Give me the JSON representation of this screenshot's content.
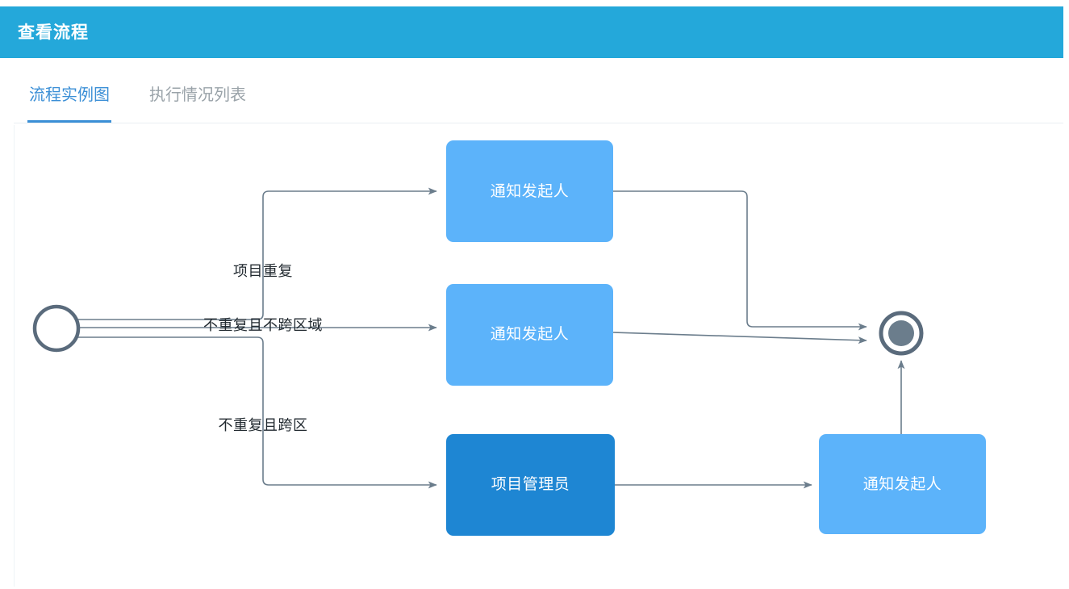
{
  "header": {
    "title": "查看流程",
    "bg_color": "#24a8da",
    "text_color": "#ffffff"
  },
  "tabs": [
    {
      "id": "flow-diagram",
      "label": "流程实例图",
      "active": true,
      "color": "#3b8fd6"
    },
    {
      "id": "execution-list",
      "label": "执行情况列表",
      "active": false,
      "color": "#9aa3a9"
    }
  ],
  "diagram": {
    "type": "flowchart",
    "colors": {
      "node_light": "#5cb3fa",
      "node_active": "#1e86d3",
      "edge": "#6b7d8c",
      "terminal_stroke": "#5a6b7c",
      "terminal_fill": "#6b7d8c",
      "label_text": "#222a30",
      "node_text": "#ffffff"
    },
    "nodes": [
      {
        "id": "start",
        "type": "start-event",
        "label": "",
        "shape": "circle"
      },
      {
        "id": "task-notify-1",
        "type": "task",
        "label": "通知发起人",
        "state": "normal"
      },
      {
        "id": "task-notify-2",
        "type": "task",
        "label": "通知发起人",
        "state": "normal"
      },
      {
        "id": "task-manager",
        "type": "task",
        "label": "项目管理员",
        "state": "active"
      },
      {
        "id": "task-notify-3",
        "type": "task",
        "label": "通知发起人",
        "state": "normal"
      },
      {
        "id": "end",
        "type": "end-event",
        "label": "",
        "shape": "circle-filled"
      }
    ],
    "edges": [
      {
        "from": "start",
        "to": "task-notify-1",
        "label": "项目重复"
      },
      {
        "from": "start",
        "to": "task-notify-2",
        "label": "不重复且不跨区域"
      },
      {
        "from": "start",
        "to": "task-manager",
        "label": "不重复且跨区"
      },
      {
        "from": "task-notify-1",
        "to": "end",
        "label": ""
      },
      {
        "from": "task-notify-2",
        "to": "end",
        "label": ""
      },
      {
        "from": "task-manager",
        "to": "task-notify-3",
        "label": ""
      },
      {
        "from": "task-notify-3",
        "to": "end",
        "label": ""
      }
    ]
  }
}
